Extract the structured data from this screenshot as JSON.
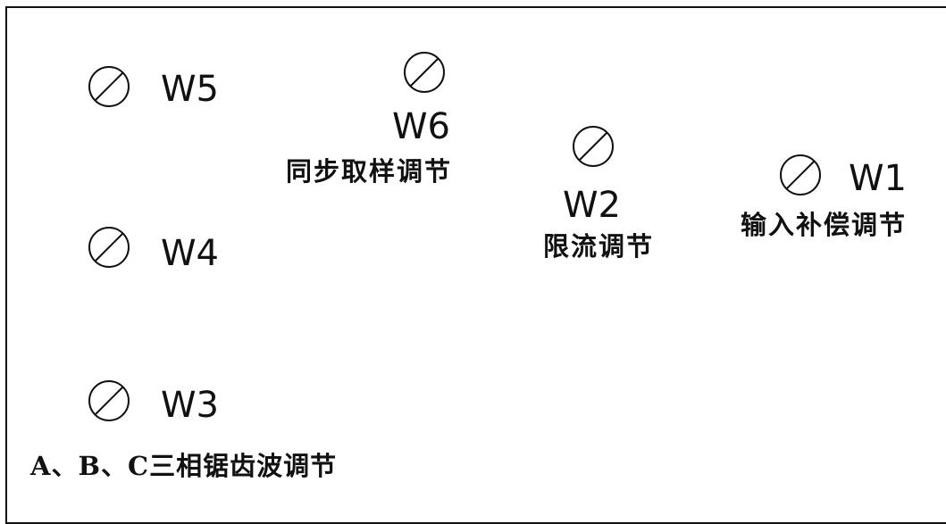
{
  "pots": [
    {
      "id": "W5",
      "label": "W5",
      "caption": ""
    },
    {
      "id": "W6",
      "label": "W6",
      "caption": "同步取样调节"
    },
    {
      "id": "W2",
      "label": "W2",
      "caption": "限流调节"
    },
    {
      "id": "W1",
      "label": "W1",
      "caption": "输入补偿调节"
    },
    {
      "id": "W4",
      "label": "W4",
      "caption": ""
    },
    {
      "id": "W3",
      "label": "W3",
      "caption": "A、B、C三相锯齿波调节"
    }
  ]
}
